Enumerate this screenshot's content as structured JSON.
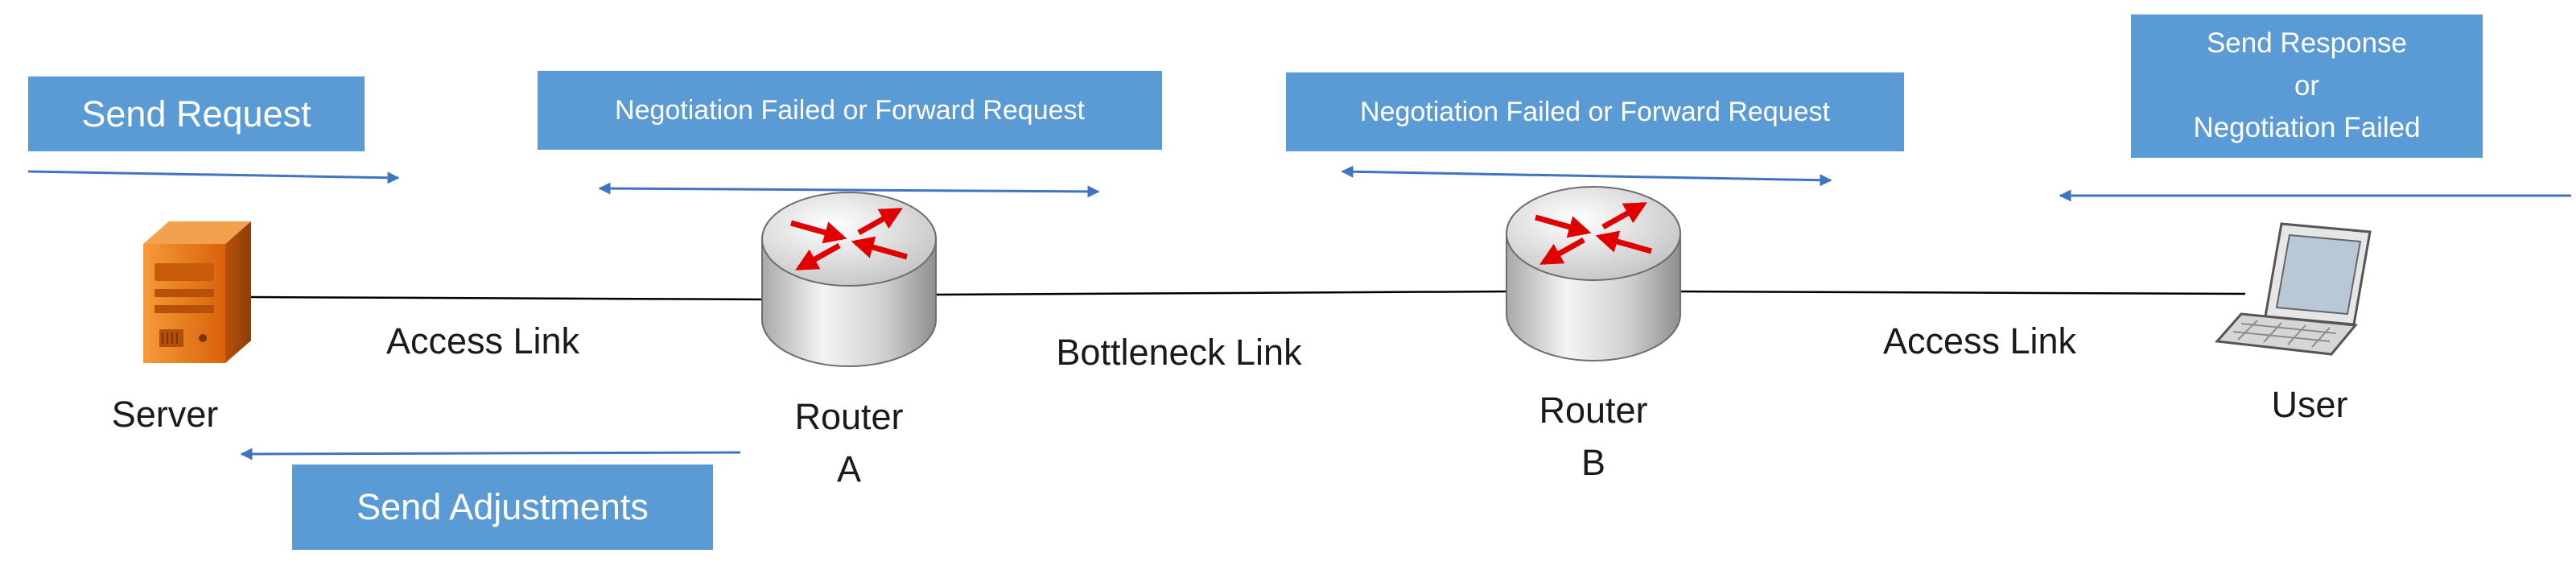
{
  "colors": {
    "box_fill": "#5b9bd5",
    "box_text": "#ffffff",
    "arrow": "#3f74c4",
    "link_line": "#000000",
    "server": "#e46c0a",
    "router_arrows": "#e00000"
  },
  "boxes": {
    "send_request": "Send Request",
    "negotiation_a": "Negotiation Failed or Forward Request",
    "negotiation_b": "Negotiation Failed or Forward Request",
    "send_response": [
      "Send Response",
      "or",
      "Negotiation Failed"
    ],
    "send_adjustments": "Send Adjustments"
  },
  "labels": {
    "access_link_left": "Access Link",
    "bottleneck_link": "Bottleneck Link",
    "access_link_right": "Access Link",
    "server": "Server",
    "router_a": [
      "Router",
      "A"
    ],
    "router_b": [
      "Router",
      "B"
    ],
    "user": "User"
  },
  "icons": {
    "server": "server-icon",
    "router": "router-icon",
    "user": "laptop-icon"
  }
}
